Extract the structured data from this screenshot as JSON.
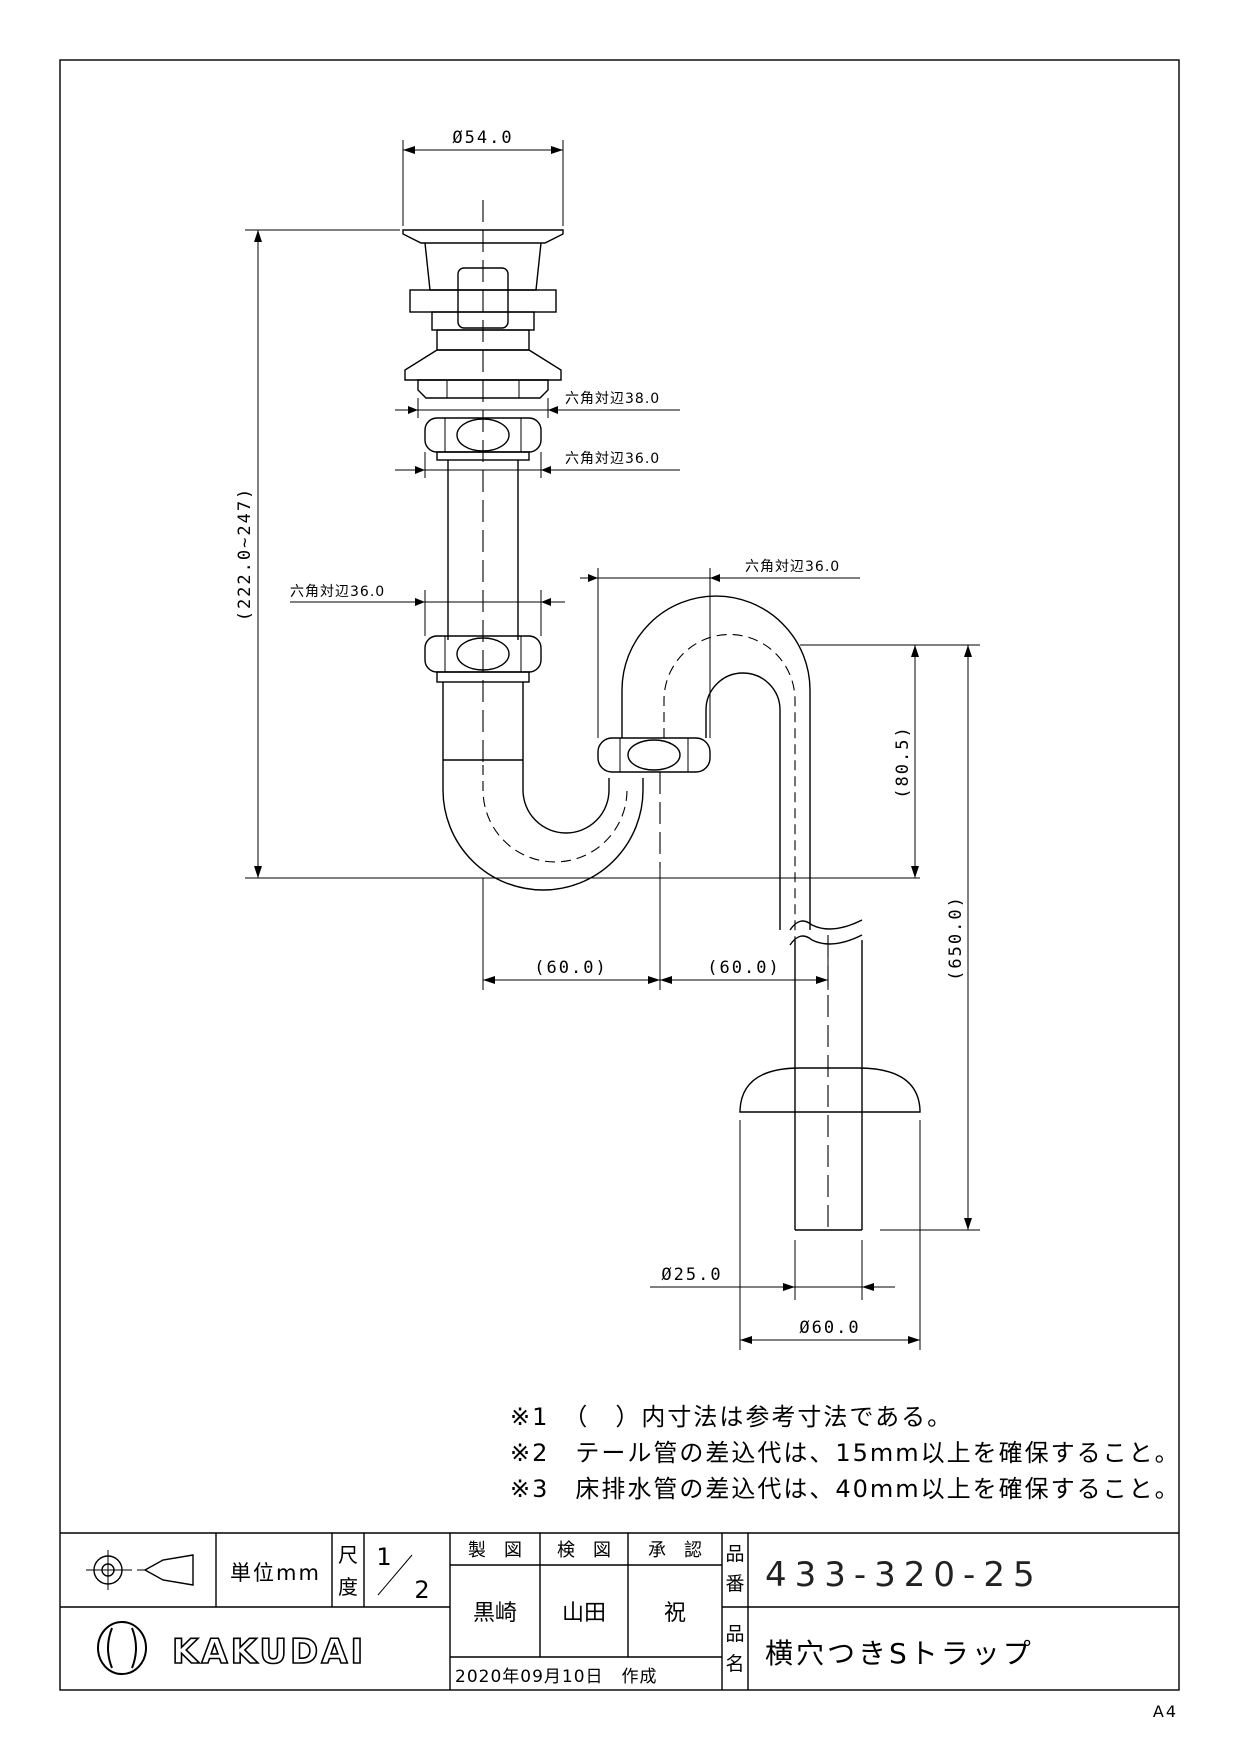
{
  "dimensions": {
    "flange_diameter": "Ø54.0",
    "total_height": "(222.0~247)",
    "hex_38": "六角対辺38.0",
    "hex_36_upper": "六角対辺36.0",
    "hex_36_left": "六角対辺36.0",
    "hex_36_right": "六角対辺36.0",
    "trap_rise": "(80.5)",
    "total_drop": "(650.0)",
    "offset_left": "(60.0)",
    "offset_right": "(60.0)",
    "pipe_diameter": "Ø25.0",
    "cover_diameter": "Ø60.0"
  },
  "notes": [
    "※1　（　）内寸法は参考寸法である。",
    "※2　テール管の差込代は、15mm以上を確保すること。",
    "※3　床排水管の差込代は、40mm以上を確保すること。"
  ],
  "title_block": {
    "unit_label": "単位mm",
    "scale_label_top": "尺",
    "scale_label_bottom": "度",
    "scale_num": "1",
    "scale_den": "2",
    "drawn_label": "製　図",
    "checked_label": "検　図",
    "approved_label": "承　認",
    "drawn_by": "黒崎",
    "checked_by": "山田",
    "approved_by": "祝",
    "date_label": "2020年09月10日　作成",
    "part_no_label_top": "品",
    "part_no_label_bottom": "番",
    "part_no": "433-320-25",
    "part_name_label_top": "品",
    "part_name_label_bottom": "名",
    "part_name": "横穴つきSトラップ",
    "brand": "KAKUDAI"
  },
  "paper_size": "A4"
}
